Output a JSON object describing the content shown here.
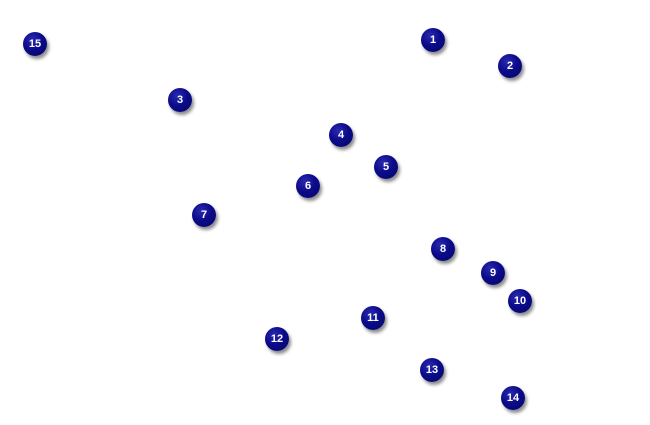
{
  "markers": [
    {
      "label": "15"
    },
    {
      "label": "1"
    },
    {
      "label": "2"
    },
    {
      "label": "3"
    },
    {
      "label": "4"
    },
    {
      "label": "5"
    },
    {
      "label": "6"
    },
    {
      "label": "7"
    },
    {
      "label": "8"
    },
    {
      "label": "9"
    },
    {
      "label": "10"
    },
    {
      "label": "11"
    },
    {
      "label": "12"
    },
    {
      "label": "13"
    },
    {
      "label": "14"
    }
  ],
  "colors": {
    "marker_fill": "#0b0b8a",
    "marker_text": "#ffffff",
    "background": "#ffffff"
  }
}
